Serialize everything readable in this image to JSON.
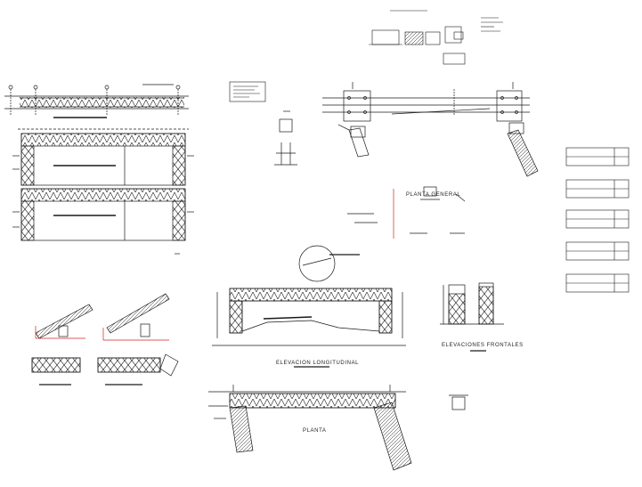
{
  "labels": {
    "planta_general": "PLANTA GENERAL",
    "elevacion_longitudinal": "ELEVACION LONGITUDINAL",
    "elevaciones_frontales": "ELEVACIONES FRONTALES",
    "planta": "PLANTA"
  },
  "colors": {
    "line": "#1a1a1a",
    "accent_red": "#d42020",
    "background": "#ffffff"
  }
}
